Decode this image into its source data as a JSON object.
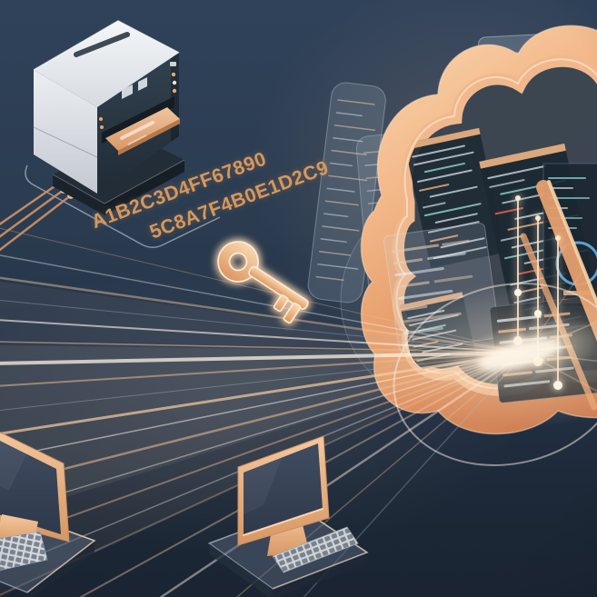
{
  "scene": {
    "description": "Secure cloud printing concept illustration",
    "background_top": "#30425a",
    "background_bottom": "#1a2433"
  },
  "palette": {
    "copper": "#e8a470",
    "copper_light": "#f7d2a8",
    "copper_deep": "#c87c50",
    "glow_warm": "#ffe9cc",
    "panel_dark": "#1e2a34",
    "cloud_inner": "#36424f",
    "steel_light": "#eceef1",
    "accent_teal": "#8fd8d0",
    "accent_blue_ring": "#64aede",
    "hex_text_color": "#d6975c"
  },
  "encryption": {
    "hex_line1": "A1B2C3D4FF67890",
    "hex_line2": "5C8A7F4B0E1D2C9"
  },
  "objects": {
    "printer": "isometric printer with copper paper tray",
    "key": "glowing encryption key",
    "cloud": "copper cloud server filled with code panels",
    "workstations": "two desktop computers on platforms",
    "streams": "light streams converging into a glow point"
  }
}
